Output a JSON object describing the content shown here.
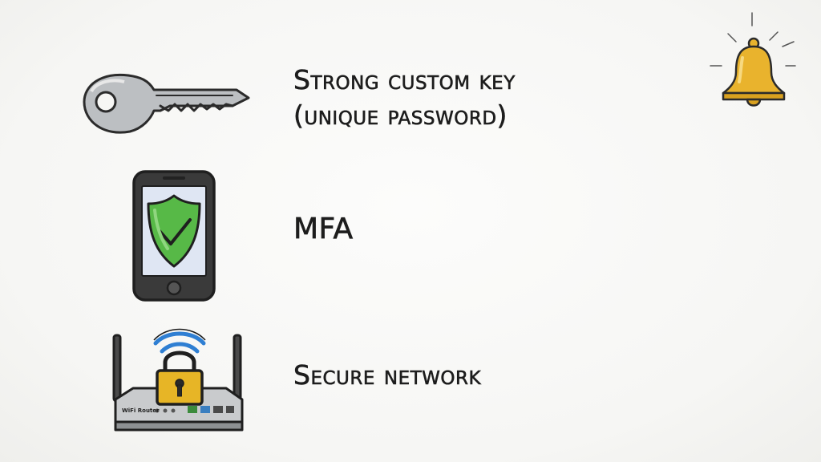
{
  "items": [
    {
      "line1": "Strong custom key",
      "line2": "(unique password)",
      "icon": "key-icon"
    },
    {
      "line1": "MFA",
      "icon": "phone-shield-icon"
    },
    {
      "line1": "Secure network",
      "icon": "router-lock-icon"
    }
  ],
  "decoration": {
    "icon": "bell-icon"
  },
  "router_brand": "WiFi Router",
  "colors": {
    "ink": "#1d1d1d",
    "key_gray": "#b9bcbf",
    "shield_green": "#57b947",
    "wifi_blue": "#2f7fd3",
    "lock_gold": "#e7b526",
    "bell_gold": "#e9b32d"
  }
}
